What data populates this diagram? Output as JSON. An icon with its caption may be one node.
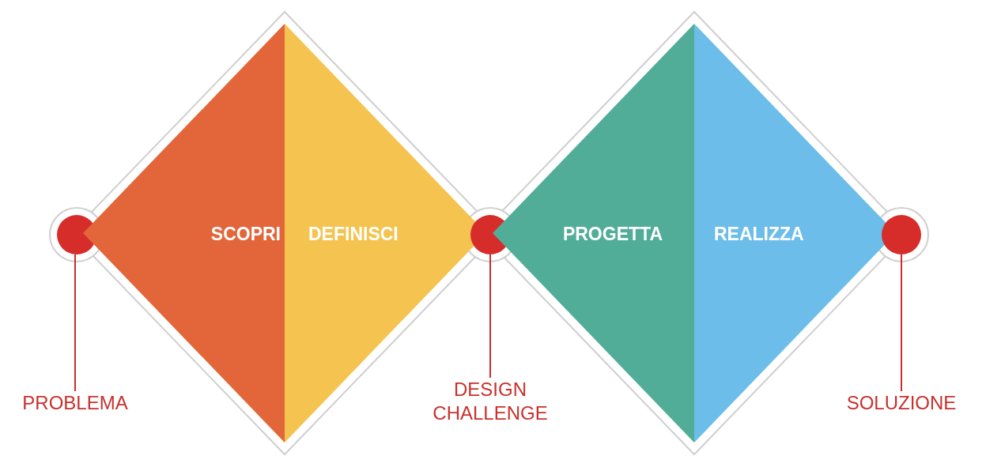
{
  "diagram": {
    "nodes": [
      {
        "text": [],
        "shape": "circle"
      },
      {
        "text": [
          "SCOPRI"
        ]
      },
      {
        "text": [
          "DEFINISCI"
        ]
      },
      {
        "text": [],
        "shape": "circle"
      },
      {
        "text": [
          "PROGETTA"
        ]
      },
      {
        "text": [
          "REALIZZA"
        ]
      },
      {
        "text": [],
        "shape": "circle"
      },
      {
        "text": [
          "PROBLEMA"
        ]
      },
      {
        "text": [
          "DESIGN CHALLENGE"
        ]
      },
      {
        "text": [
          "SOLUZIONE"
        ]
      }
    ],
    "edges": [
      {
        "from": 7,
        "to": 0,
        "arrow": "none"
      },
      {
        "from": 8,
        "to": 3,
        "arrow": "none"
      },
      {
        "from": 9,
        "to": 6,
        "arrow": "none"
      }
    ]
  }
}
